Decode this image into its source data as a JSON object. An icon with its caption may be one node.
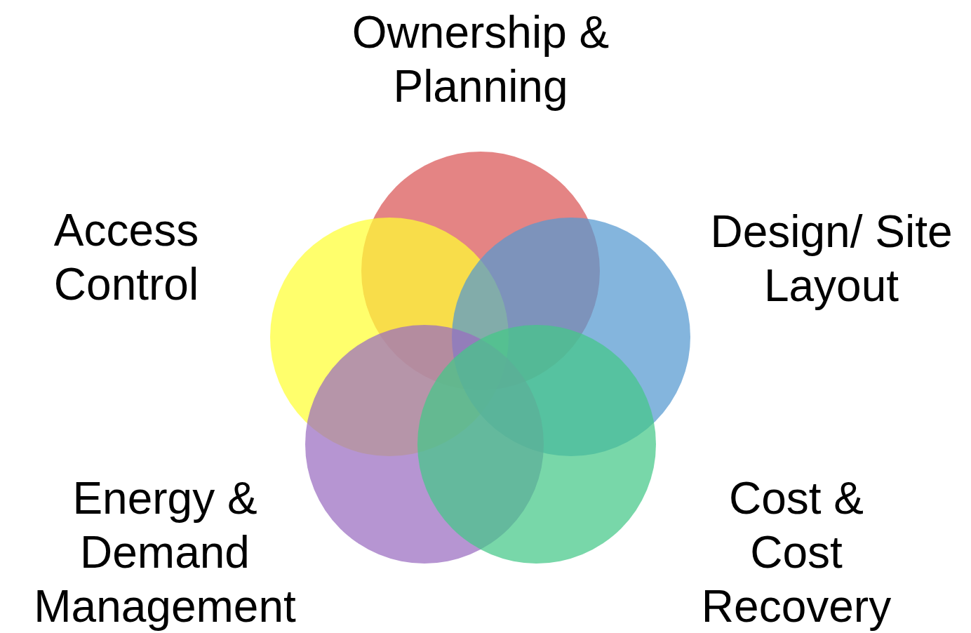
{
  "diagram": {
    "nodes": [
      {
        "text": [
          "Ownership & Planning"
        ]
      },
      {
        "text": [
          "Access Control"
        ]
      },
      {
        "text": [
          "Design/ Site Layout"
        ]
      },
      {
        "text": [
          "Energy & Demand Management"
        ]
      },
      {
        "text": [
          "Cost & Cost Recovery"
        ]
      }
    ]
  }
}
